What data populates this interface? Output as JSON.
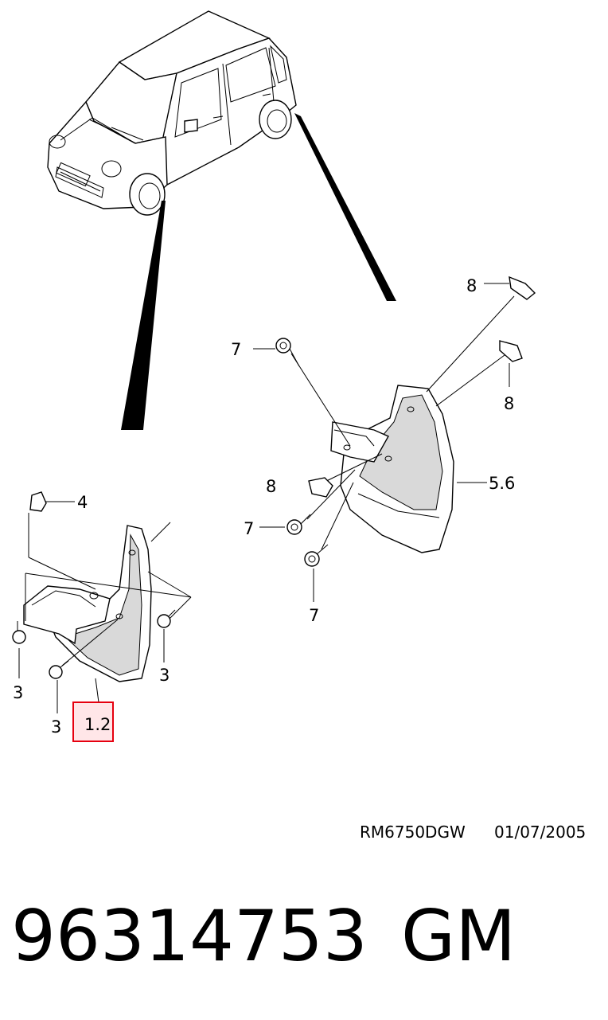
{
  "diagram": {
    "callouts": {
      "c8a": "8",
      "c7a": "7",
      "c8b": "8",
      "c8c": "8",
      "c56": "5.6",
      "c7b": "7",
      "c7c": "7",
      "c4": "4",
      "c3a": "3",
      "c3b": "3",
      "c3c": "3",
      "c12": "1.2"
    },
    "highlight_color": "#e6000f",
    "ref_code": "RM6750DGW",
    "ref_date": "01/07/2005",
    "part_number": "96314753",
    "brand": "GM"
  }
}
